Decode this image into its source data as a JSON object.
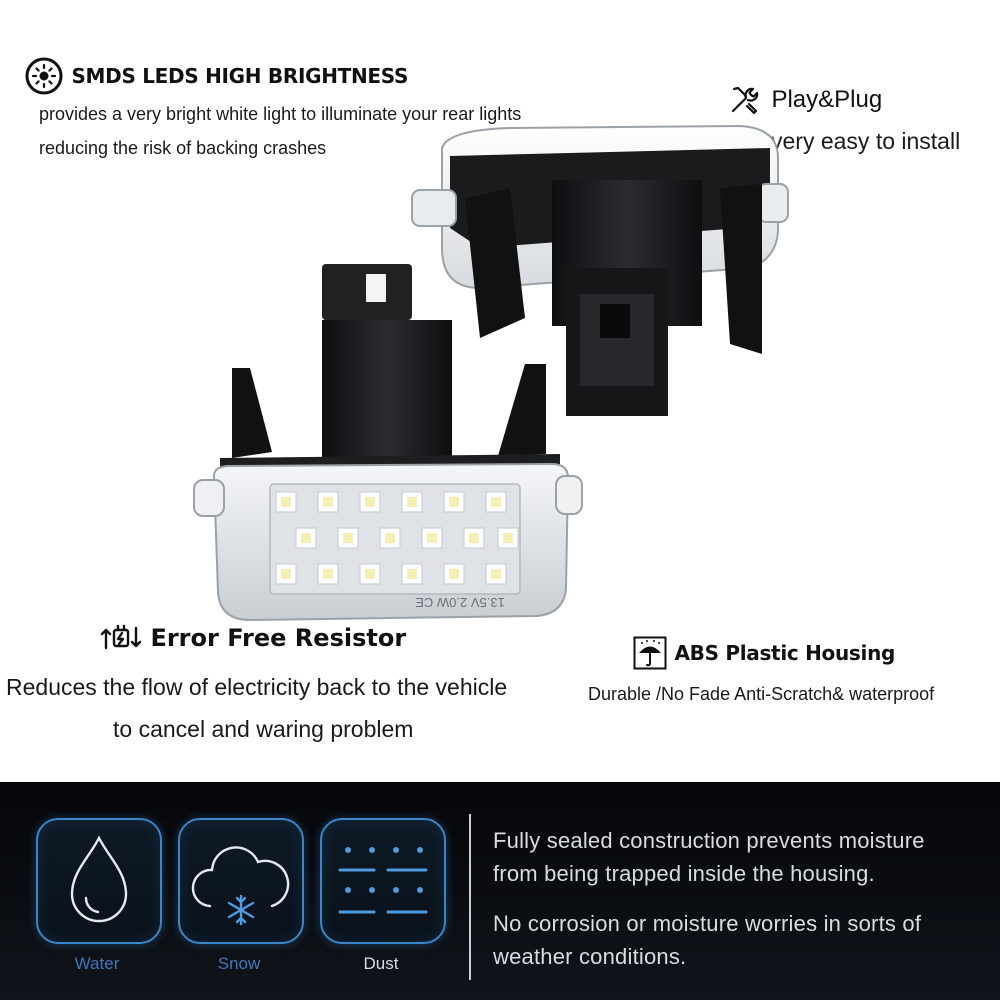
{
  "features": {
    "smds": {
      "title": "SMDS LEDS HIGH BRIGHTNESS",
      "line1": "provides a very bright white light to illuminate your rear lights",
      "line2": "reducing the risk of backing crashes",
      "icon": "brightness-icon"
    },
    "play_plug": {
      "title": "Play&Plug",
      "line1": "very easy to install",
      "icon": "tools-icon"
    },
    "resistor": {
      "title": "Error Free Resistor",
      "line1": "Reduces the flow of electricity back to the vehicle",
      "line2": "to cancel and waring problem",
      "icon": "resistor-icon"
    },
    "abs": {
      "title": "ABS Plastic Housing",
      "line1": "Durable /No Fade Anti-Scratch& waterproof",
      "icon": "umbrella-icon"
    }
  },
  "product": {
    "label_marking": "13.5V 2.0W CE",
    "led_color": "#ffffff",
    "housing_color": "#1b1d1f"
  },
  "sealed_band": {
    "badges": [
      {
        "label": "Water",
        "icon": "water-drop-icon",
        "color": "#3f78b8"
      },
      {
        "label": "Snow",
        "icon": "snow-cloud-icon",
        "color": "#3f78b8"
      },
      {
        "label": "Dust",
        "icon": "dust-icon",
        "color": "#d9dde2"
      }
    ],
    "text1_line1": "Fully sealed construction prevents moisture",
    "text1_line2": "from being trapped inside the housing.",
    "text2_line1": "No corrosion or moisture worries in sorts of",
    "text2_line2": "weather conditions."
  }
}
